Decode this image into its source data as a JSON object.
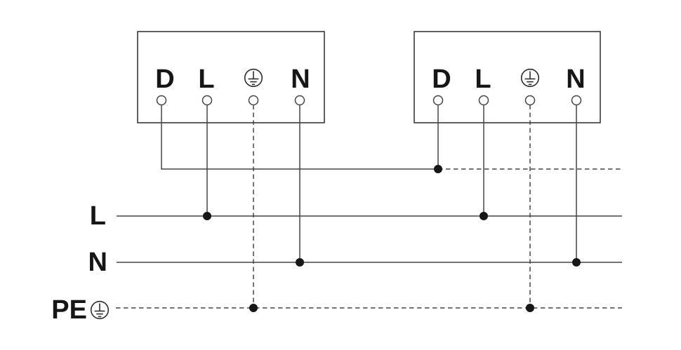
{
  "colors": {
    "background": "#ffffff",
    "line": "#454545",
    "text": "#161616",
    "junction_dot": "#161616"
  },
  "diagram": {
    "devices": [
      {
        "name": "device-1",
        "terminals": {
          "d": "D",
          "l": "L",
          "earth_icon": "protective-earth-icon",
          "n": "N"
        }
      },
      {
        "name": "device-2",
        "terminals": {
          "d": "D",
          "l": "L",
          "earth_icon": "protective-earth-icon",
          "n": "N"
        }
      }
    ],
    "buses": {
      "l": {
        "label": "L",
        "line_style": "solid"
      },
      "n": {
        "label": "N",
        "line_style": "solid"
      },
      "pe": {
        "label": "PE",
        "icon": "protective-earth-icon",
        "line_style": "dashed"
      }
    },
    "d_link": {
      "line_style": "solid-then-dashed"
    }
  }
}
